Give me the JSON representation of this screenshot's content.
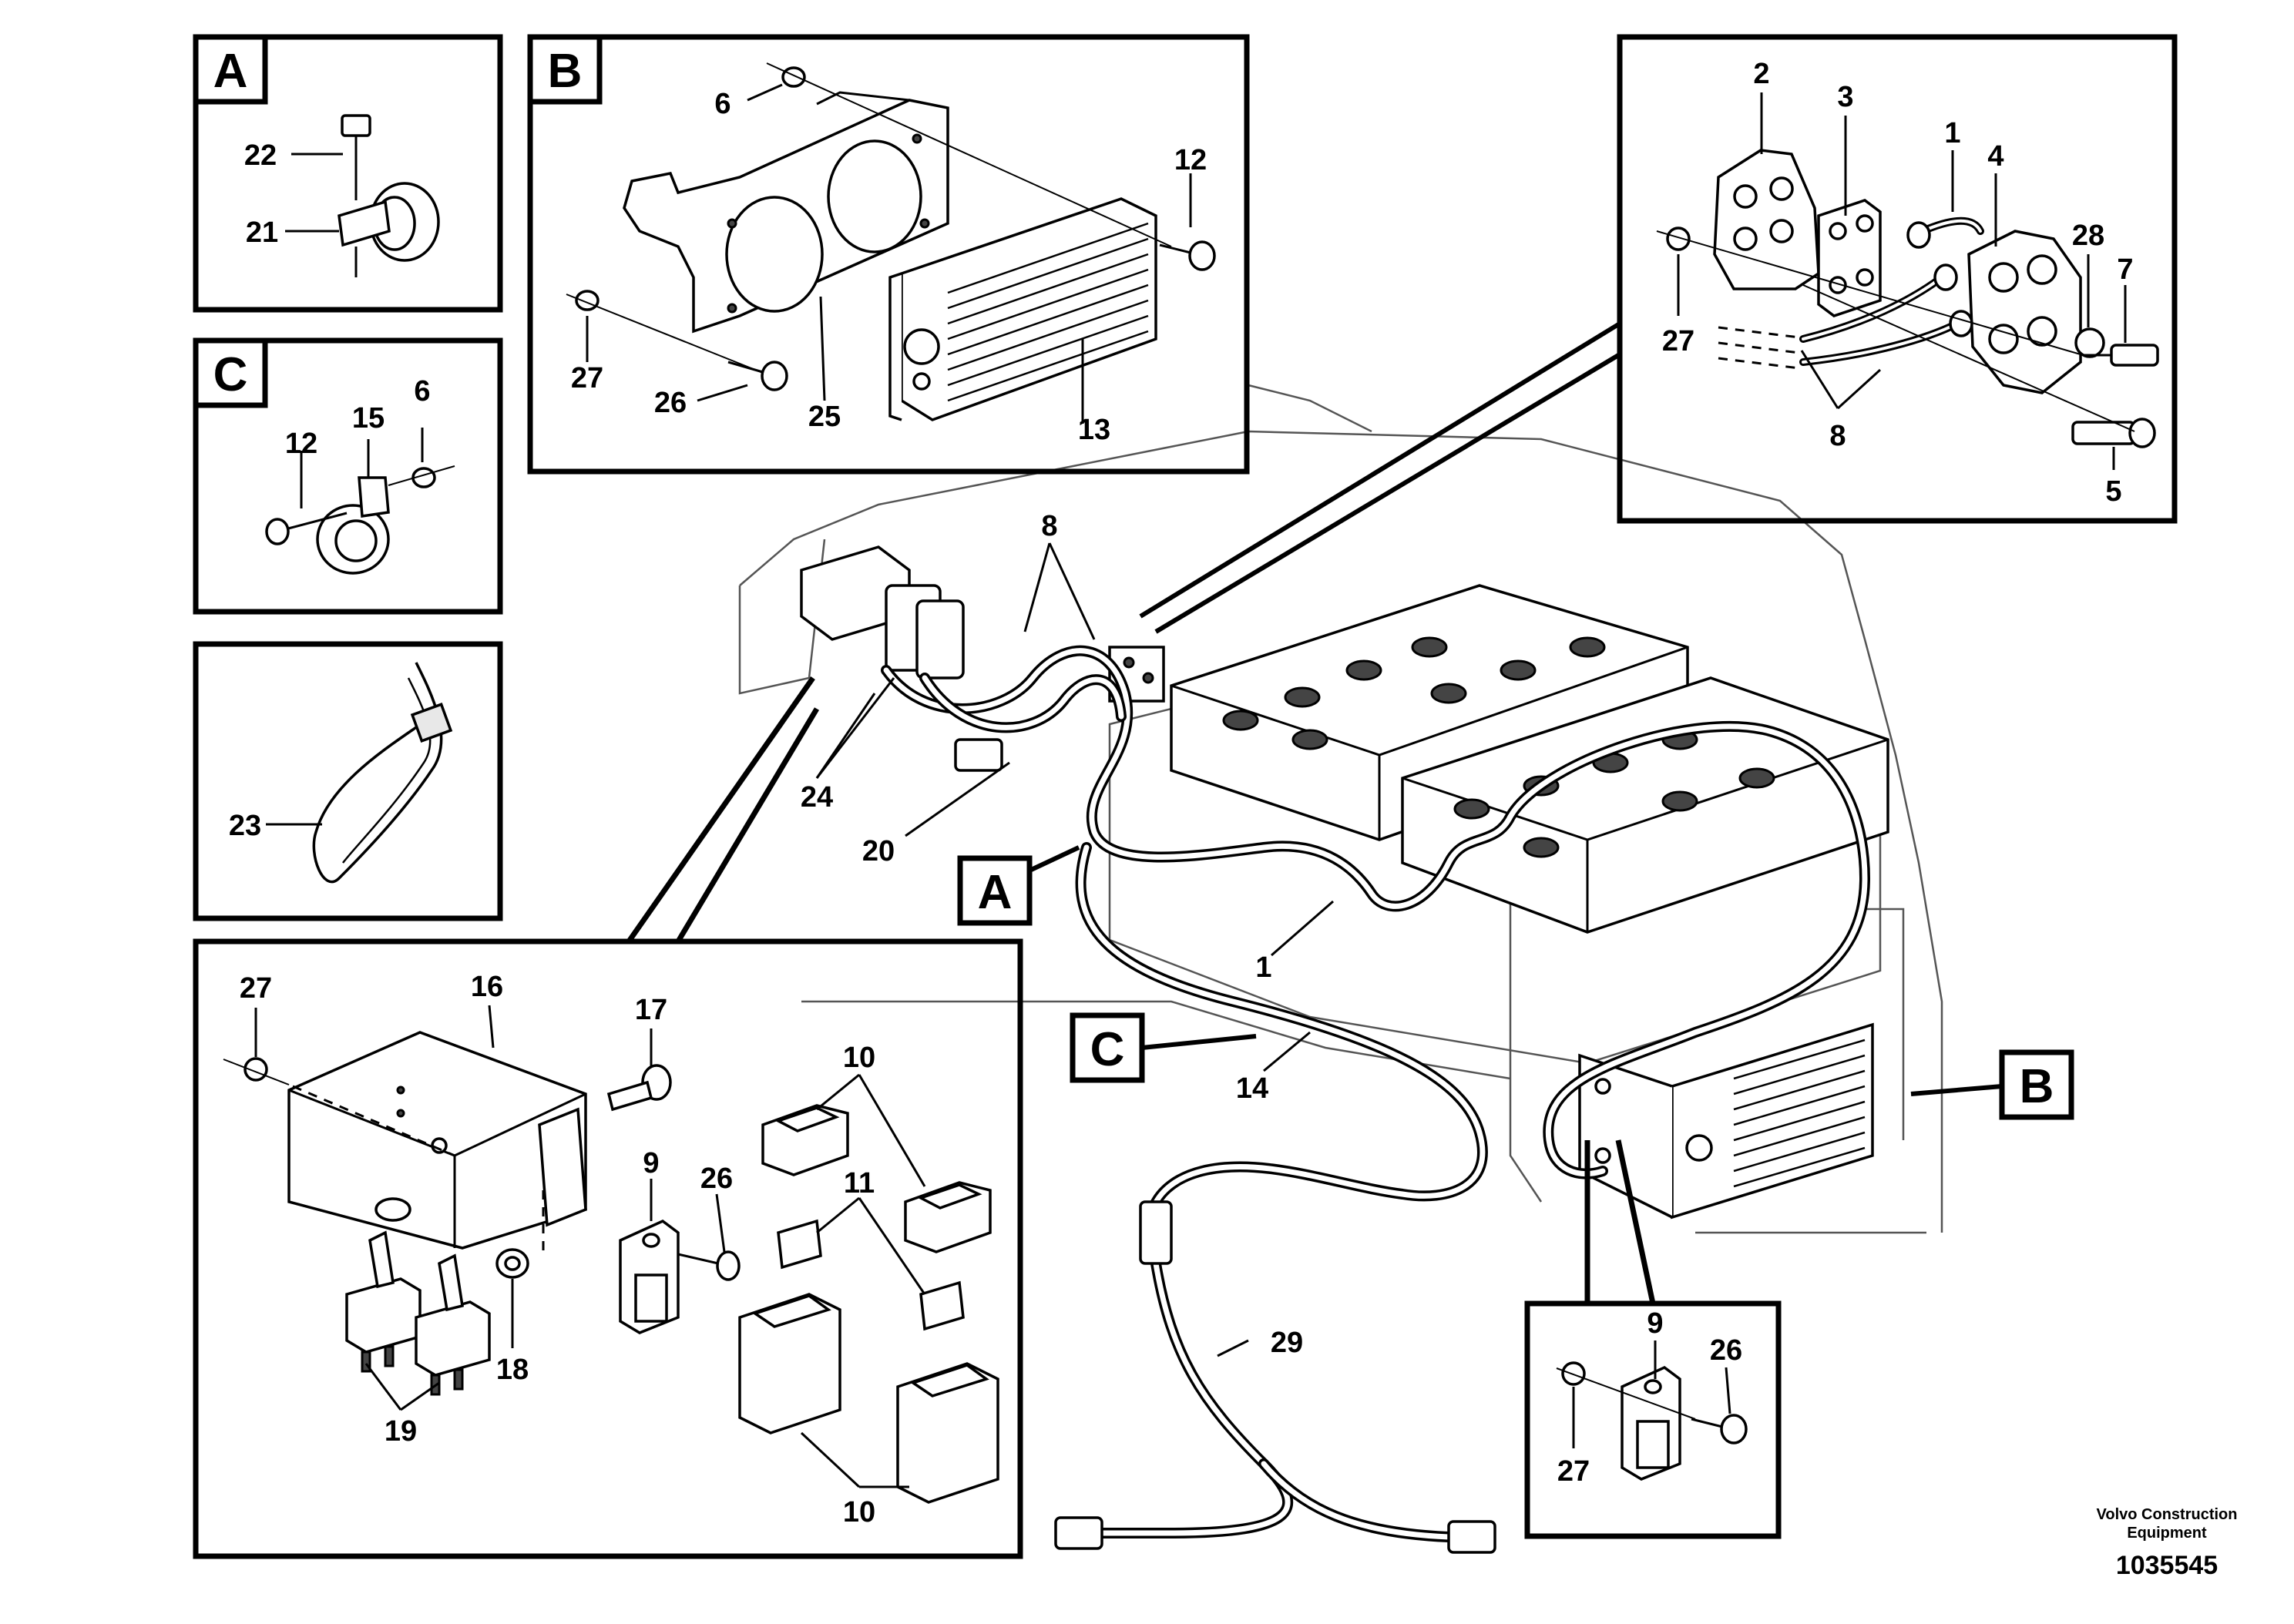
{
  "footer": {
    "company_line1": "Volvo Construction",
    "company_line2": "Equipment",
    "doc_number": "1035545"
  },
  "views": {
    "A": "A",
    "B": "B",
    "C": "C"
  },
  "callouts": {
    "n1": "1",
    "n2": "2",
    "n3": "3",
    "n4": "4",
    "n5": "5",
    "n6": "6",
    "n7": "7",
    "n8": "8",
    "n9": "9",
    "n10": "10",
    "n11": "11",
    "n12": "12",
    "n13": "13",
    "n14": "14",
    "n15": "15",
    "n16": "16",
    "n17": "17",
    "n18": "18",
    "n19": "19",
    "n20": "20",
    "n21": "21",
    "n22": "22",
    "n23": "23",
    "n24": "24",
    "n25": "25",
    "n26": "26",
    "n27": "27",
    "n28": "28",
    "n29": "29"
  }
}
